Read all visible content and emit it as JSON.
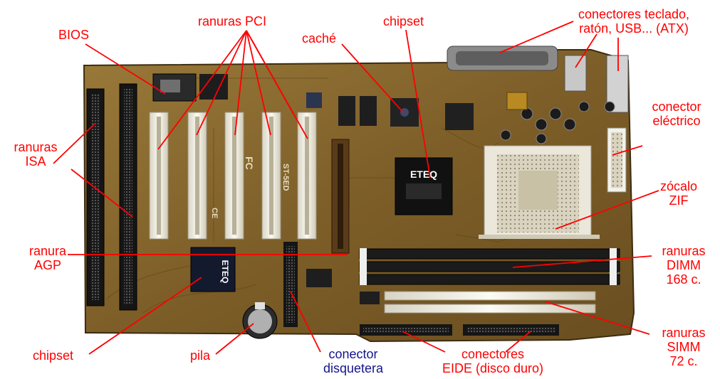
{
  "colors": {
    "label_red": "#ff0000",
    "label_navy": "#14148c",
    "pcb": "#8a6a2f",
    "leader": "#ff0000"
  },
  "labels": {
    "bios": "BIOS",
    "ranuras_pci": "ranuras PCI",
    "cache": "caché",
    "chipset_top": "chipset",
    "conectores_teclado_1": "conectores teclado,",
    "conectores_teclado_2": "ratón, USB... (ATX)",
    "conector_electrico_1": "conector",
    "conector_electrico_2": "eléctrico",
    "ranuras_isa_1": "ranuras",
    "ranuras_isa_2": "ISA",
    "zocalo_zif_1": "zócalo",
    "zocalo_zif_2": "ZIF",
    "ranura_agp_1": "ranura",
    "ranura_agp_2": "AGP",
    "ranuras_dimm_1": "ranuras",
    "ranuras_dimm_2": "DIMM",
    "ranuras_dimm_3": "168 c.",
    "ranuras_simm_1": "ranuras",
    "ranuras_simm_2": "SIMM",
    "ranuras_simm_3": "72 c.",
    "chipset_bottom": "chipset",
    "pila": "pila",
    "conector_disquetera_1": "conector",
    "conector_disquetera_2": "disquetera",
    "conectores_eide_1": "conectores",
    "conectores_eide_2": "EIDE (disco duro)"
  },
  "board": {
    "chip_main": "ETEQ",
    "chip_south": "ETEQ",
    "silk_fc": "FC",
    "silk_ce": "CE",
    "silk_model": "ST-5ED"
  }
}
